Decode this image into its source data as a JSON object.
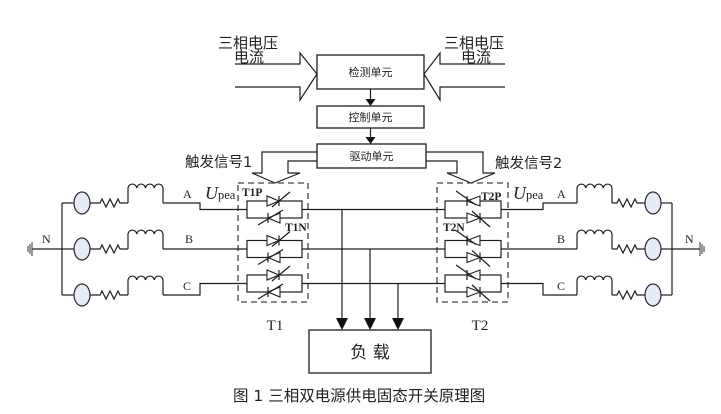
{
  "inputs": {
    "left": {
      "line1": "三相电压",
      "line2": "电流"
    },
    "right": {
      "line1": "三相电压",
      "line2": "电流"
    }
  },
  "blocks": {
    "detection": "检测单元",
    "control": "控制单元",
    "drive": "驱动单元",
    "load": "负 载"
  },
  "triggers": {
    "left": "触发信号1",
    "right": "触发信号2"
  },
  "switches": {
    "t1": {
      "label": "T1",
      "positive": "T1P",
      "negative": "T1N"
    },
    "t2": {
      "label": "T2",
      "positive": "T2P",
      "negative": "T2N"
    }
  },
  "voltage_label": {
    "symbol": "U",
    "subscript": "pea"
  },
  "phases": [
    "A",
    "B",
    "C"
  ],
  "neutral": "N",
  "caption": "图 1 三相双电源供电固态开关原理图",
  "colors": {
    "line": "#1e1e1e",
    "source_fill": "#e6ebf7",
    "dashed_border": "#444444"
  }
}
